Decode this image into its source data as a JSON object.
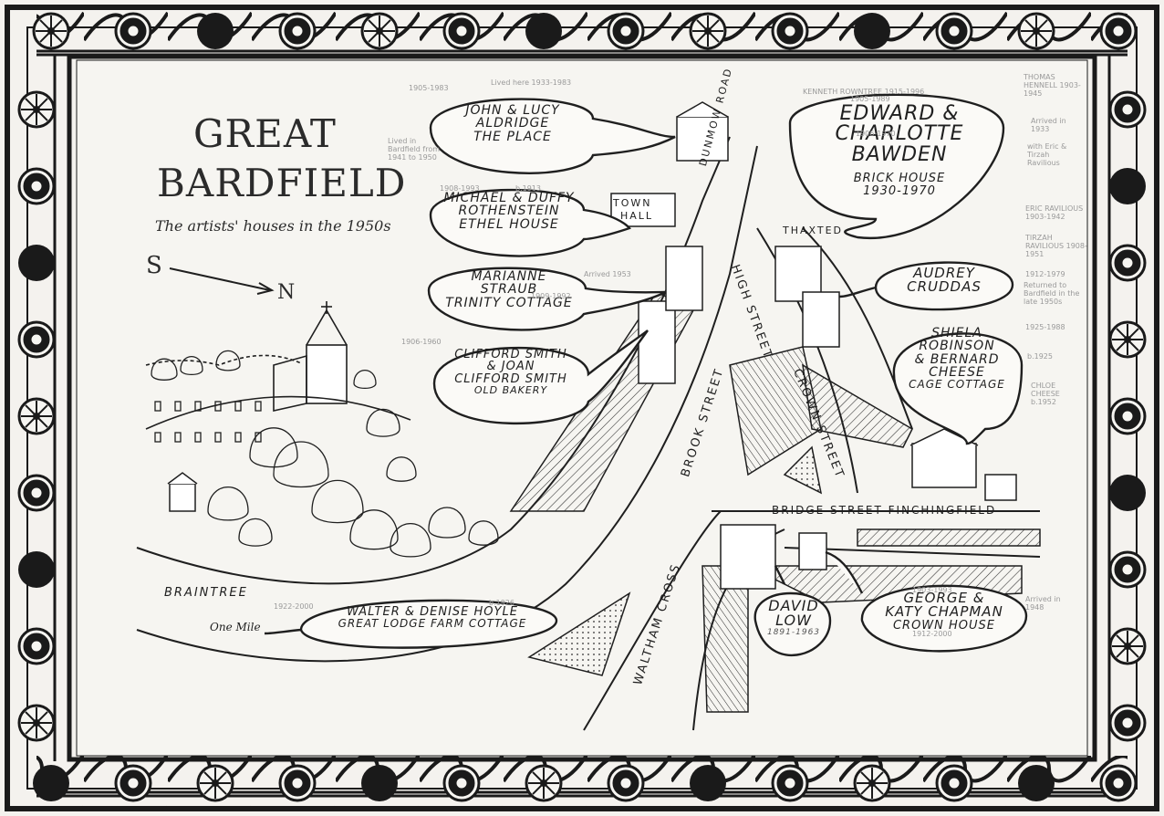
{
  "title": {
    "line1": "GREAT",
    "line2": "BARDFIELD",
    "subtitle": "The artists' houses in the 1950s"
  },
  "compass": {
    "south": "S",
    "north": "N"
  },
  "houses": [
    {
      "id": "aldridge",
      "lines": [
        "JOHN & LUCY",
        "ALDRIDGE",
        "THE PLACE"
      ]
    },
    {
      "id": "rothenstein",
      "lines": [
        "MICHAEL & DUFFY",
        "ROTHENSTEIN",
        "ETHEL HOUSE"
      ]
    },
    {
      "id": "straub",
      "lines": [
        "MARIANNE",
        "STRAUB",
        "TRINITY COTTAGE"
      ]
    },
    {
      "id": "cliffordsmith",
      "lines": [
        "CLIFFORD SMITH",
        "& JOAN",
        "CLIFFORD SMITH",
        "OLD BAKERY"
      ]
    },
    {
      "id": "bawden",
      "lines": [
        "EDWARD &",
        "CHARLOTTE",
        "BAWDEN"
      ],
      "sublines": [
        "BRICK HOUSE",
        "1930-1970"
      ]
    },
    {
      "id": "cruddas",
      "lines": [
        "AUDREY",
        "CRUDDAS"
      ]
    },
    {
      "id": "robinson",
      "lines": [
        "SHIELA",
        "ROBINSON",
        "& BERNARD",
        "CHEESE",
        "CAGE COTTAGE"
      ]
    },
    {
      "id": "hoyle",
      "lines": [
        "WALTER & DENISE HOYLE",
        "GREAT LODGE FARM COTTAGE"
      ]
    },
    {
      "id": "low",
      "lines": [
        "DAVID",
        "LOW",
        "1891-1963"
      ]
    },
    {
      "id": "chapman",
      "lines": [
        "GEORGE &",
        "KATY CHAPMAN",
        "CROWN HOUSE"
      ]
    }
  ],
  "streets": {
    "town_hall_1": "TOWN",
    "town_hall_2": "HALL",
    "dunmow_road": "DUNMOW ROAD",
    "thaxted": "THAXTED",
    "high_street": "HIGH STREET",
    "crown_street": "CROWN STREET",
    "brook_street": "BROOK STREET",
    "bridge_street": "BRIDGE STREET FINCHINGFIELD",
    "waltham_cross": "WALTHAM CROSS",
    "braintree": "BRAINTREE",
    "one_mile": "One Mile"
  },
  "notes": [
    "1905-1983",
    "Lived here 1933-1983",
    "Lived in Bardfield from 1941 to 1950",
    "1908-1993",
    "b.1913",
    "Arrived 1953",
    "1909-1992",
    "1906-1960",
    "KENNETH ROWNTREE 1915-1996",
    "1905-1989",
    "1906-1970",
    "THOMAS HENNELL 1903-1945",
    "Arrived in 1933",
    "with Eric & Tirzah Ravilious",
    "ERIC RAVILIOUS 1903-1942",
    "TIRZAH RAVILIOUS 1908-1951",
    "1912-1979",
    "Returned to Bardfield in the late 1950s",
    "1925-1988",
    "b.1925",
    "CHLOE CHEESE b.1952",
    "1922-2000",
    "b.1926",
    "Arrived in 1948",
    "1903-1993",
    "1912-2000"
  ],
  "colors": {
    "ink": "#1f1f1f",
    "paper": "#f4f2ee",
    "pencil": "#9a9a9a"
  }
}
